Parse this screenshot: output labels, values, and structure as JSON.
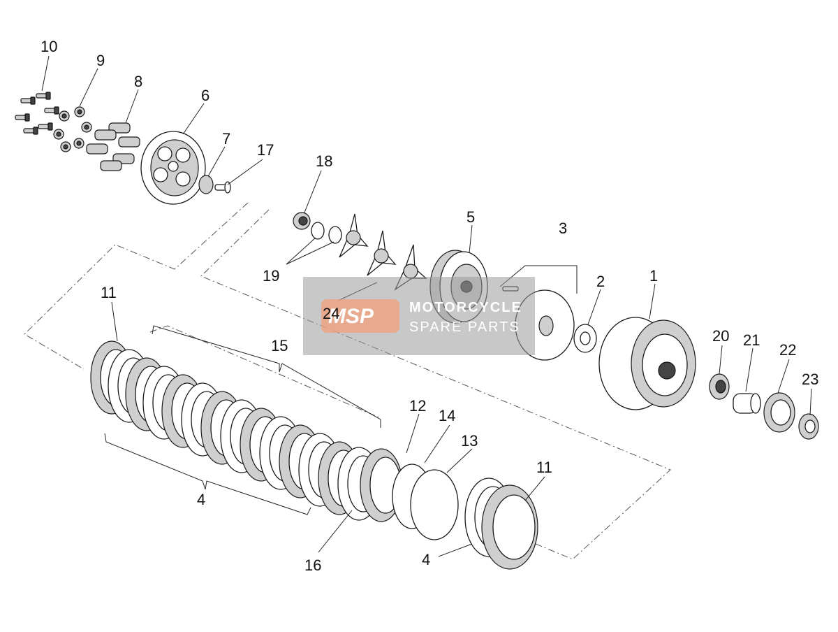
{
  "diagram": {
    "callouts": {
      "c1": "1",
      "c2": "2",
      "c3": "3",
      "c4a": "4",
      "c4b": "4",
      "c5": "5",
      "c6": "6",
      "c7": "7",
      "c8": "8",
      "c9": "9",
      "c10": "10",
      "c11a": "11",
      "c11b": "11",
      "c12": "12",
      "c13": "13",
      "c14": "14",
      "c15": "15",
      "c16": "16",
      "c17": "17",
      "c18": "18",
      "c19": "19",
      "c20": "20",
      "c21": "21",
      "c22": "22",
      "c23": "23",
      "c24": "24"
    },
    "watermark": {
      "logo": "MSP",
      "line1": "MOTORCYCLE",
      "line2": "SPARE PARTS"
    }
  }
}
